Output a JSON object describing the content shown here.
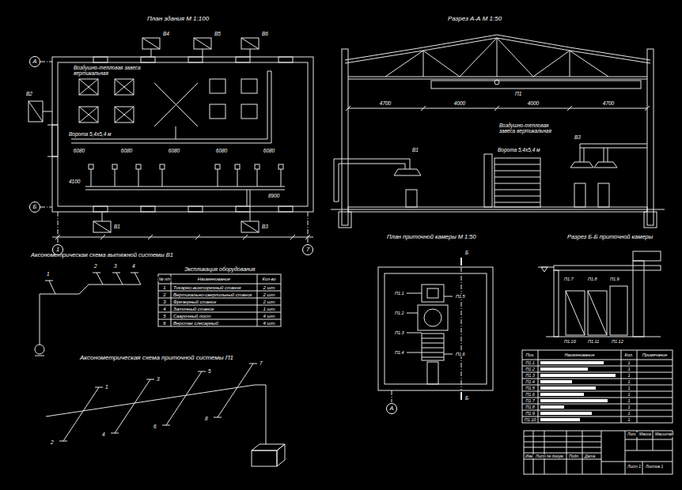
{
  "diagram": {
    "nodes": [
      {
        "text": [
          "А"
        ]
      },
      {
        "text": [
          "Б"
        ]
      },
      {
        "text": [
          "1"
        ]
      },
      {
        "text": [
          "7"
        ]
      },
      {
        "text": [
          "А"
        ]
      }
    ],
    "labels": [
      "План здания М 1:100",
      "В4",
      "В5",
      "В6",
      "В2",
      "Воздушно-тепловая завеса вертикальная",
      "Ворота 5,4х5,4 м",
      "6080",
      "6080",
      "6080",
      "6080",
      "6080",
      "4100",
      "8900",
      "В1",
      "В3",
      "Разрез А-А М 1:50",
      "4700",
      "4000",
      "4000",
      "4700",
      "П1",
      "Воздушно-тепловая завеса вертикальная",
      "Ворота 5,4х5,4 м",
      "В1",
      "В3",
      "Аксонометрическая схема вытяжной системы В1",
      "1",
      "2",
      "3",
      "4",
      "Экспликация оборудования",
      "№ п/п",
      "Наименование",
      "Кол-во",
      "1",
      "Токарно-винторезный станок",
      "2 шт",
      "2",
      "Вертикально-сверлильный станок",
      "2 шт",
      "3",
      "Фрезерный станок",
      "2 шт",
      "4",
      "Заточный станок",
      "1 шт",
      "5",
      "Сварочный пост",
      "4 шт",
      "6",
      "Верстак слесарный",
      "4 шт",
      "Аксонометрическая схема приточной системы П1",
      "1",
      "2",
      "3",
      "4",
      "5",
      "6",
      "7",
      "8",
      "План приточной камеры М 1:50",
      "Б",
      "Б",
      "П1.1",
      "П1.2",
      "П1.3",
      "П1.4",
      "П1.5",
      "П1.6",
      "Разрез Б-Б приточной камеры",
      "П1.7",
      "П1.8",
      "П1.9",
      "П1.10",
      "П1.11",
      "П1.12",
      "Поз.",
      "Наименование",
      "Кол.",
      "Примечание",
      "П1.1",
      "П1.2",
      "П1.3",
      "П1.4",
      "П1.5",
      "П1.6",
      "П1.7",
      "П1.8",
      "П1.9",
      "П1.10",
      "1",
      "1",
      "1",
      "1",
      "1",
      "1",
      "1",
      "1",
      "1",
      "1",
      "Изм.",
      "Лист",
      "№ докум.",
      "Подп.",
      "Дата",
      "Лит.",
      "Масса",
      "Масштаб",
      "Лист 1",
      "Листов 1"
    ]
  }
}
